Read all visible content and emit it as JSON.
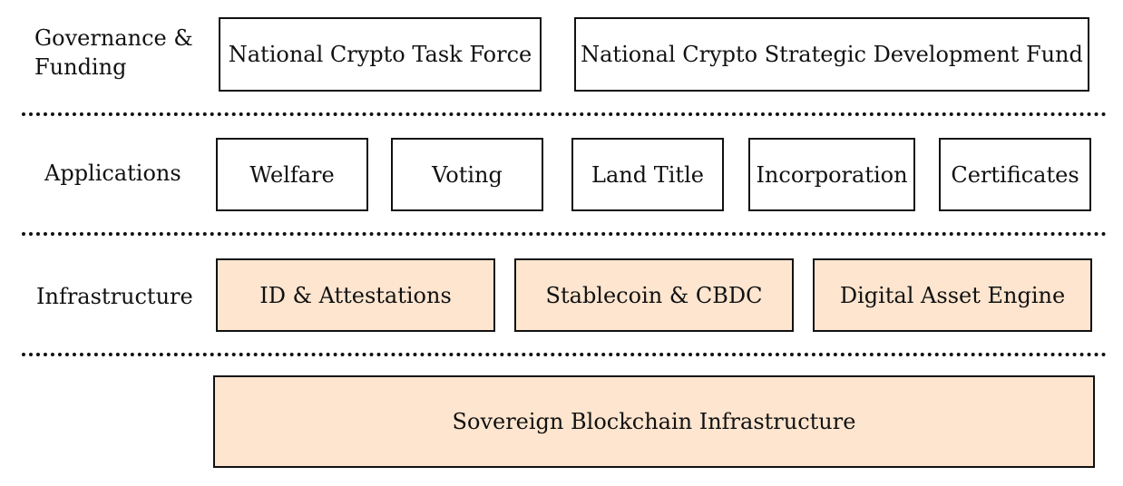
{
  "colors": {
    "plain_box_fill": "#ffffff",
    "infra_box_fill": "#fde5cf",
    "border": "#111111",
    "text": "#111111"
  },
  "governance": {
    "label": "Governance &\nFunding",
    "boxes": [
      "National Crypto Task Force",
      "National Crypto Strategic Development Fund"
    ]
  },
  "applications": {
    "label": "Applications",
    "boxes": [
      "Welfare",
      "Voting",
      "Land Title",
      "Incorporation",
      "Certificates"
    ]
  },
  "infrastructure": {
    "label": "Infrastructure",
    "boxes": [
      "ID & Attestations",
      "Stablecoin & CBDC",
      "Digital Asset Engine"
    ]
  },
  "foundation": {
    "box": "Sovereign Blockchain Infrastructure"
  }
}
